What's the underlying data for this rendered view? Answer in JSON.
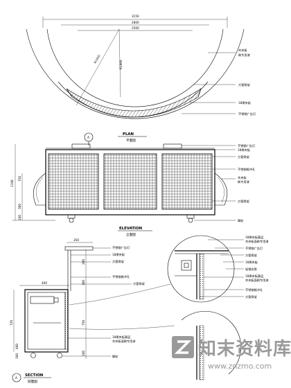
{
  "plan": {
    "dims": [
      "3150",
      "2800",
      "2500"
    ],
    "radial_dims": [
      "R1050",
      "R1960"
    ],
    "labels": [
      "木夹板",
      "刷专用漆",
      "方管骨架",
      "18厚夹板",
      "不锈钢广告灯"
    ],
    "title": "PLAN",
    "subtitle": "平面图",
    "marker": "A"
  },
  "elevation": {
    "left_dims": [
      "1100",
      "750",
      "300",
      "100"
    ],
    "right_labels": [
      "不锈钢广告灯",
      "18厚夹板",
      "方管骨架",
      "不锈钢格冲孔",
      "木夹板",
      "刷专用漆",
      "方管骨架",
      "脚轮"
    ],
    "title": "ELEVATION",
    "subtitle": "立面图"
  },
  "section": {
    "top_dims": [
      "350",
      "400"
    ],
    "left_dims": [
      "720",
      "400",
      "100"
    ],
    "mid_dims": [
      "200",
      "300",
      "750",
      "100"
    ],
    "labels": [
      "不锈钢广告灯",
      "18厚夹板",
      "方管骨架",
      "不锈钢格冲孔",
      "方管骨架",
      "18厚夹板基层",
      "木夹板面刷专用漆",
      "脚轮"
    ],
    "title": "SECTION",
    "subtitle": "剖面图",
    "marker": "A"
  },
  "detail": {
    "labels": [
      "18厚夹板基层",
      "木夹板面刷专用漆",
      "不锈钢广告灯",
      "方管骨架",
      "18厚夹板",
      "轻钢龙骨",
      "18厚夹板基层",
      "木夹板面刷专用漆",
      "不锈钢格冲孔",
      "方管骨架"
    ]
  },
  "watermark": {
    "brand": "知末资料库",
    "url": "www.znzmo.com"
  }
}
